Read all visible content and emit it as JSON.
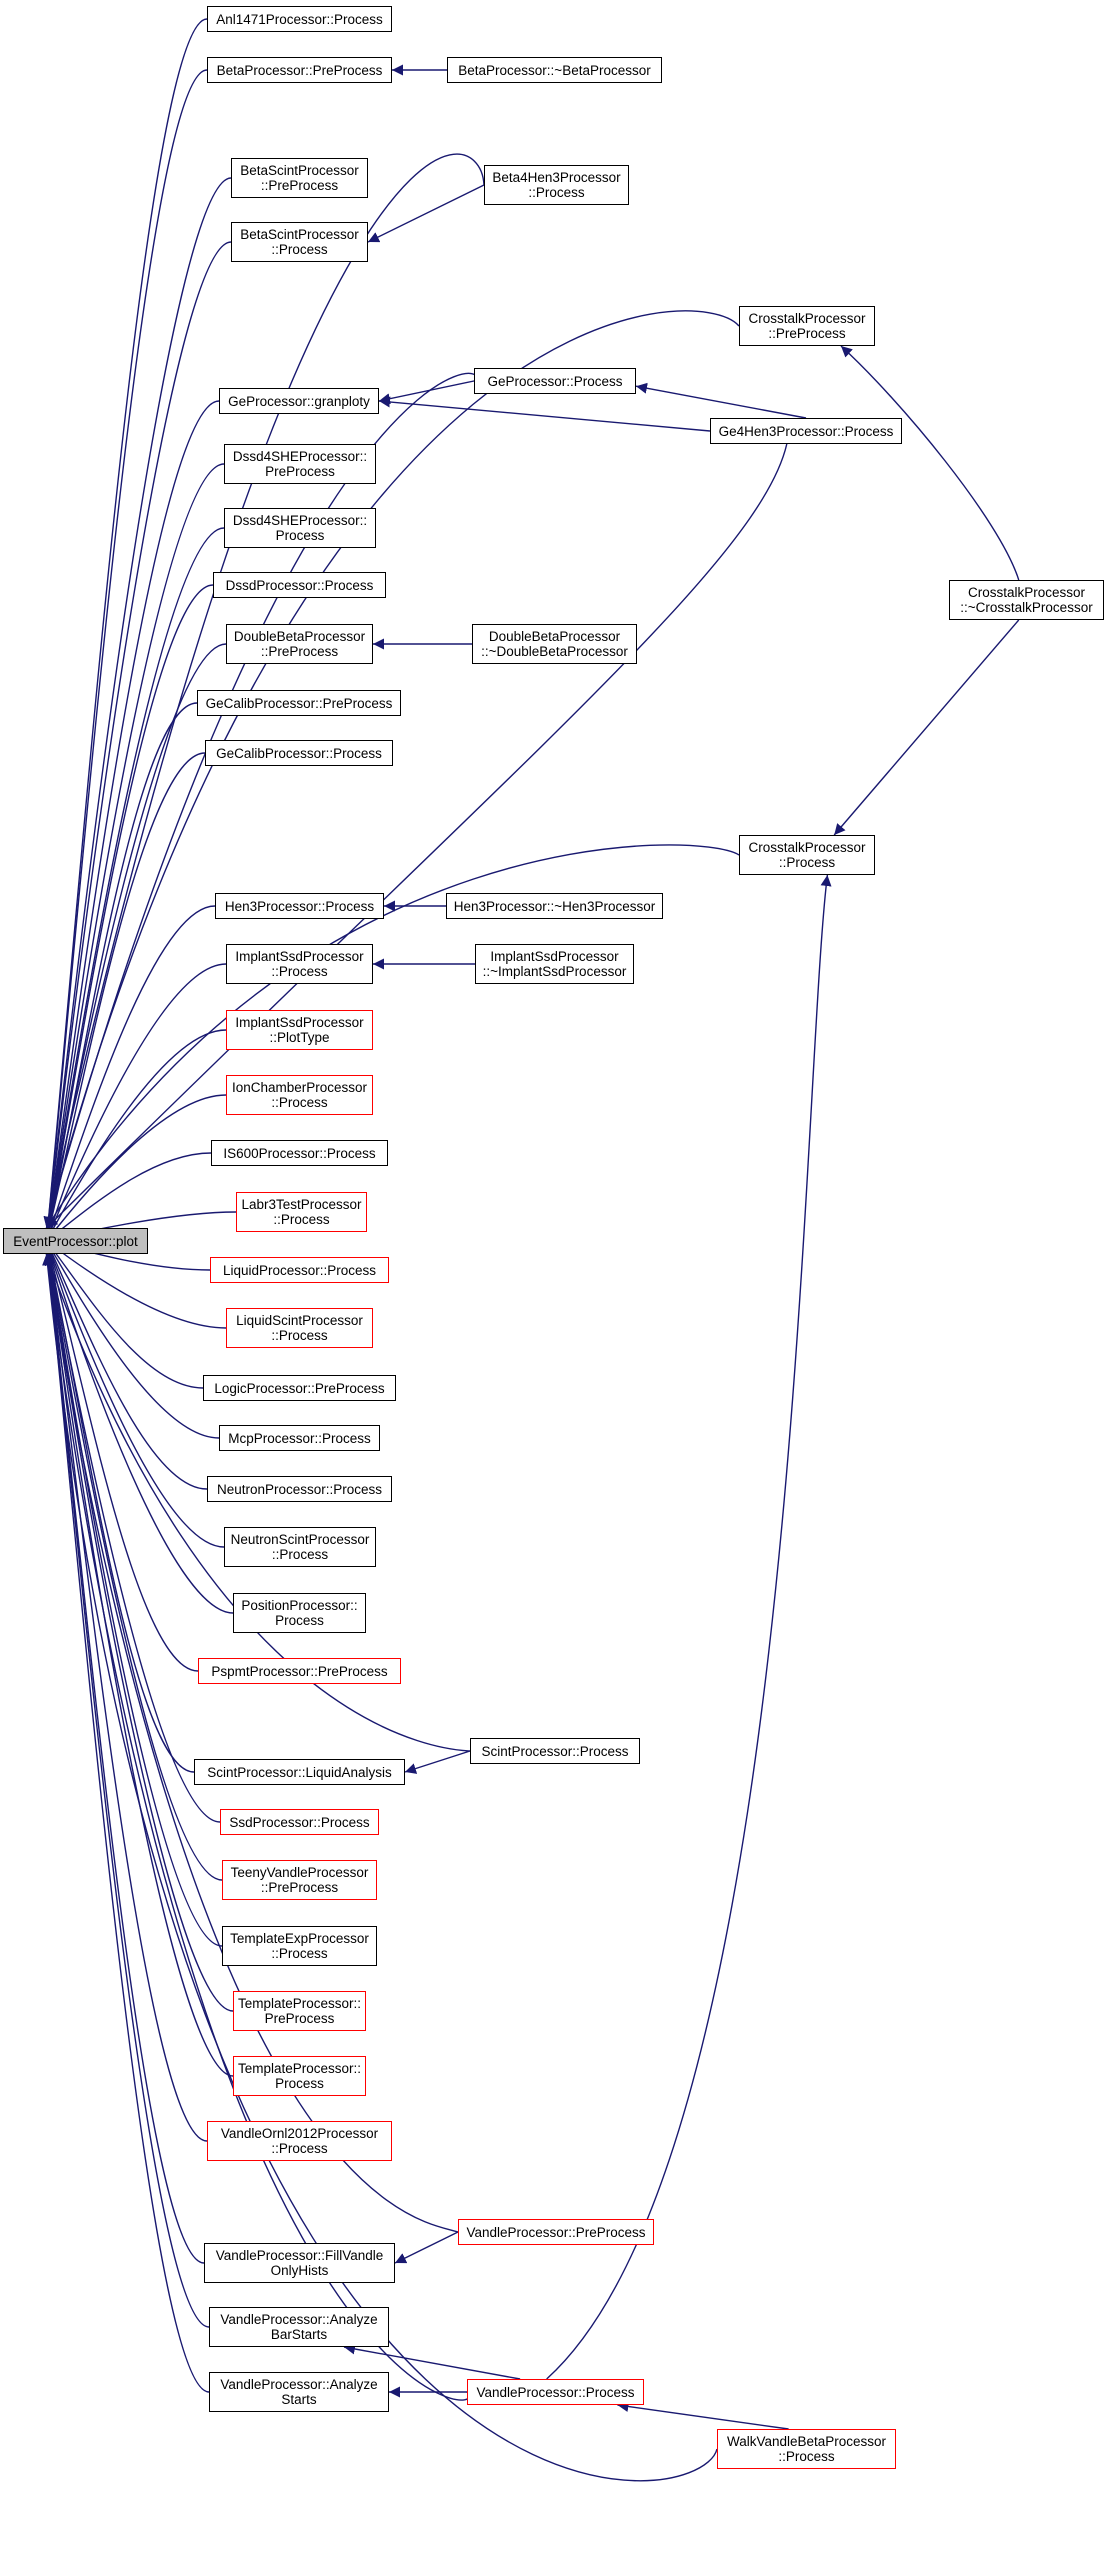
{
  "colors": {
    "edge": "#191970",
    "node_border": "#000000",
    "red_border": "#ff0000",
    "root_fill": "#bfbfbf"
  },
  "root": {
    "id": "root",
    "label": "EventProcessor::plot"
  },
  "nodes": [
    {
      "id": "anl1471",
      "label": "Anl1471Processor::Process",
      "red": false
    },
    {
      "id": "beta_pre",
      "label": "BetaProcessor::PreProcess",
      "red": false
    },
    {
      "id": "beta_dtor",
      "label": "BetaProcessor::~BetaProcessor",
      "red": false
    },
    {
      "id": "betascint_pre",
      "label": "BetaScintProcessor\n::PreProcess",
      "red": false
    },
    {
      "id": "beta4hen3",
      "label": "Beta4Hen3Processor\n::Process",
      "red": false
    },
    {
      "id": "betascint_proc",
      "label": "BetaScintProcessor\n::Process",
      "red": false
    },
    {
      "id": "xtalk_pre",
      "label": "CrosstalkProcessor\n::PreProcess",
      "red": false
    },
    {
      "id": "ge_granploty",
      "label": "GeProcessor::granploty",
      "red": false
    },
    {
      "id": "ge_proc",
      "label": "GeProcessor::Process",
      "red": false
    },
    {
      "id": "ge4hen3",
      "label": "Ge4Hen3Processor::Process",
      "red": false
    },
    {
      "id": "dssd4she_pre",
      "label": "Dssd4SHEProcessor::\nPreProcess",
      "red": false
    },
    {
      "id": "dssd4she_proc",
      "label": "Dssd4SHEProcessor::\nProcess",
      "red": false
    },
    {
      "id": "dssd_proc",
      "label": "DssdProcessor::Process",
      "red": false
    },
    {
      "id": "xtalk_dtor",
      "label": "CrosstalkProcessor\n::~CrosstalkProcessor",
      "red": false
    },
    {
      "id": "doublebeta_pre",
      "label": "DoubleBetaProcessor\n::PreProcess",
      "red": false
    },
    {
      "id": "doublebeta_dtor",
      "label": "DoubleBetaProcessor\n::~DoubleBetaProcessor",
      "red": false
    },
    {
      "id": "gecalib_pre",
      "label": "GeCalibProcessor::PreProcess",
      "red": false
    },
    {
      "id": "gecalib_proc",
      "label": "GeCalibProcessor::Process",
      "red": false
    },
    {
      "id": "xtalk_proc",
      "label": "CrosstalkProcessor\n::Process",
      "red": false
    },
    {
      "id": "hen3_proc",
      "label": "Hen3Processor::Process",
      "red": false
    },
    {
      "id": "hen3_dtor",
      "label": "Hen3Processor::~Hen3Processor",
      "red": false
    },
    {
      "id": "implant_proc",
      "label": "ImplantSsdProcessor\n::Process",
      "red": false
    },
    {
      "id": "implant_dtor",
      "label": "ImplantSsdProcessor\n::~ImplantSsdProcessor",
      "red": false
    },
    {
      "id": "implant_plottype",
      "label": "ImplantSsdProcessor\n::PlotType",
      "red": true
    },
    {
      "id": "ionchamber",
      "label": "IonChamberProcessor\n::Process",
      "red": true
    },
    {
      "id": "is600",
      "label": "IS600Processor::Process",
      "red": false
    },
    {
      "id": "labr3test",
      "label": "Labr3TestProcessor\n::Process",
      "red": true
    },
    {
      "id": "liquid_proc",
      "label": "LiquidProcessor::Process",
      "red": true
    },
    {
      "id": "liquidscint",
      "label": "LiquidScintProcessor\n::Process",
      "red": true
    },
    {
      "id": "logic_pre",
      "label": "LogicProcessor::PreProcess",
      "red": false
    },
    {
      "id": "mcp_proc",
      "label": "McpProcessor::Process",
      "red": false
    },
    {
      "id": "neutron_proc",
      "label": "NeutronProcessor::Process",
      "red": false
    },
    {
      "id": "neutronscint",
      "label": "NeutronScintProcessor\n::Process",
      "red": false
    },
    {
      "id": "position_proc",
      "label": "PositionProcessor::\nProcess",
      "red": false
    },
    {
      "id": "pspmt_pre",
      "label": "PspmtProcessor::PreProcess",
      "red": true
    },
    {
      "id": "scint_liquid",
      "label": "ScintProcessor::LiquidAnalysis",
      "red": false
    },
    {
      "id": "scint_proc",
      "label": "ScintProcessor::Process",
      "red": false
    },
    {
      "id": "ssd_proc",
      "label": "SsdProcessor::Process",
      "red": true
    },
    {
      "id": "teenyvandle_pre",
      "label": "TeenyVandleProcessor\n::PreProcess",
      "red": true
    },
    {
      "id": "templateexp",
      "label": "TemplateExpProcessor\n::Process",
      "red": false
    },
    {
      "id": "template_pre",
      "label": "TemplateProcessor::\nPreProcess",
      "red": true
    },
    {
      "id": "template_proc",
      "label": "TemplateProcessor::\nProcess",
      "red": true
    },
    {
      "id": "vandleornl",
      "label": "VandleOrnl2012Processor\n::Process",
      "red": true
    },
    {
      "id": "vandle_pre",
      "label": "VandleProcessor::PreProcess",
      "red": true
    },
    {
      "id": "vandle_fill",
      "label": "VandleProcessor::FillVandle\nOnlyHists",
      "red": false
    },
    {
      "id": "vandle_analyzebar",
      "label": "VandleProcessor::Analyze\nBarStarts",
      "red": false
    },
    {
      "id": "vandle_analyze",
      "label": "VandleProcessor::Analyze\nStarts",
      "red": false
    },
    {
      "id": "vandle_proc",
      "label": "VandleProcessor::Process",
      "red": true
    },
    {
      "id": "walkvandle",
      "label": "WalkVandleBetaProcessor\n::Process",
      "red": true
    }
  ],
  "edges": [
    [
      "anl1471",
      "root"
    ],
    [
      "beta_pre",
      "root"
    ],
    [
      "beta_dtor",
      "beta_pre"
    ],
    [
      "beta4hen3",
      "root"
    ],
    [
      "betascint_pre",
      "root"
    ],
    [
      "betascint_proc",
      "root"
    ],
    [
      "beta4hen3",
      "betascint_proc"
    ],
    [
      "xtalk_pre",
      "root"
    ],
    [
      "ge_proc",
      "root"
    ],
    [
      "ge_granploty",
      "root"
    ],
    [
      "ge_proc",
      "ge_granploty"
    ],
    [
      "ge4hen3",
      "ge_granploty"
    ],
    [
      "ge4hen3",
      "ge_proc"
    ],
    [
      "dssd4she_pre",
      "root"
    ],
    [
      "dssd4she_proc",
      "root"
    ],
    [
      "dssd_proc",
      "root"
    ],
    [
      "xtalk_dtor",
      "xtalk_pre"
    ],
    [
      "doublebeta_pre",
      "root"
    ],
    [
      "doublebeta_dtor",
      "doublebeta_pre"
    ],
    [
      "gecalib_pre",
      "root"
    ],
    [
      "ge4hen3",
      "root"
    ],
    [
      "gecalib_proc",
      "root"
    ],
    [
      "xtalk_proc",
      "root"
    ],
    [
      "xtalk_dtor",
      "xtalk_proc"
    ],
    [
      "hen3_proc",
      "root"
    ],
    [
      "hen3_dtor",
      "hen3_proc"
    ],
    [
      "implant_proc",
      "root"
    ],
    [
      "implant_dtor",
      "implant_proc"
    ],
    [
      "implant_plottype",
      "root"
    ],
    [
      "ionchamber",
      "root"
    ],
    [
      "is600",
      "root"
    ],
    [
      "labr3test",
      "root"
    ],
    [
      "liquid_proc",
      "root"
    ],
    [
      "liquidscint",
      "root"
    ],
    [
      "logic_pre",
      "root"
    ],
    [
      "mcp_proc",
      "root"
    ],
    [
      "neutron_proc",
      "root"
    ],
    [
      "neutronscint",
      "root"
    ],
    [
      "position_proc",
      "root"
    ],
    [
      "pspmt_pre",
      "root"
    ],
    [
      "scint_proc",
      "root"
    ],
    [
      "scint_liquid",
      "root"
    ],
    [
      "scint_proc",
      "scint_liquid"
    ],
    [
      "ssd_proc",
      "root"
    ],
    [
      "teenyvandle_pre",
      "root"
    ],
    [
      "templateexp",
      "root"
    ],
    [
      "template_pre",
      "root"
    ],
    [
      "template_proc",
      "root"
    ],
    [
      "vandleornl",
      "root"
    ],
    [
      "vandle_pre",
      "root"
    ],
    [
      "vandle_fill",
      "root"
    ],
    [
      "vandle_pre",
      "vandle_fill"
    ],
    [
      "vandle_analyzebar",
      "root"
    ],
    [
      "vandle_proc",
      "vandle_analyzebar"
    ],
    [
      "vandle_analyze",
      "root"
    ],
    [
      "vandle_proc",
      "vandle_analyze"
    ],
    [
      "vandle_proc",
      "root"
    ],
    [
      "vandle_proc",
      "xtalk_proc"
    ],
    [
      "walkvandle",
      "vandle_proc"
    ],
    [
      "walkvandle",
      "root"
    ]
  ]
}
